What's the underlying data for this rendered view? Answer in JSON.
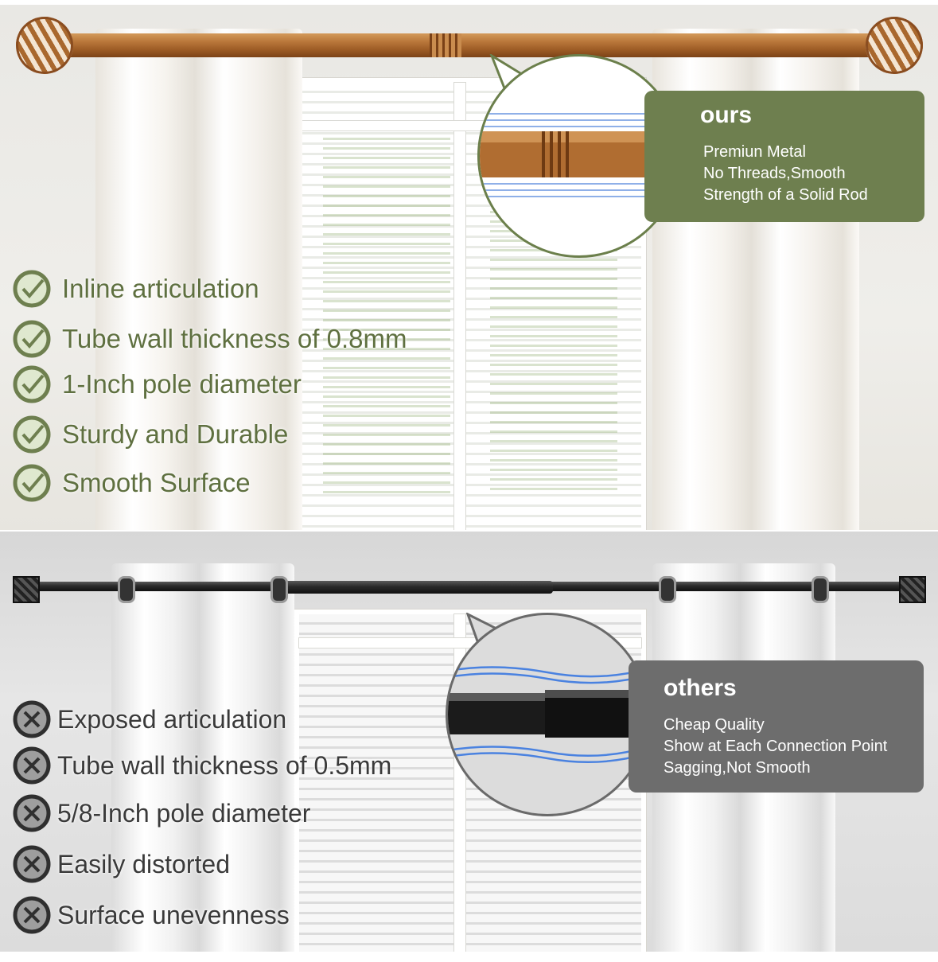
{
  "comparison": {
    "ours": {
      "title": "ours",
      "lines": [
        "Premiun Metal",
        "No Threads,Smooth",
        "Strength of a Solid Rod"
      ],
      "accent_color": "#6e7f4f"
    },
    "others": {
      "title": "others",
      "lines": [
        "Cheap Quality",
        "Show at Each Connection Point",
        "Sagging,Not Smooth"
      ],
      "accent_color": "#6d6d6d"
    }
  },
  "positive_features": {
    "icon": "check-circle-icon",
    "color": "#6e7f4f",
    "items": [
      "Inline articulation",
      "Tube wall thickness of 0.8mm",
      "1-Inch pole diameter",
      "Sturdy and Durable",
      "Smooth Surface"
    ]
  },
  "negative_features": {
    "icon": "x-circle-icon",
    "color": "#3a3a3a",
    "items": [
      "Exposed articulation",
      "Tube wall thickness of 0.5mm",
      "5/8-Inch pole diameter",
      "Easily distorted",
      "Surface unevenness"
    ]
  }
}
